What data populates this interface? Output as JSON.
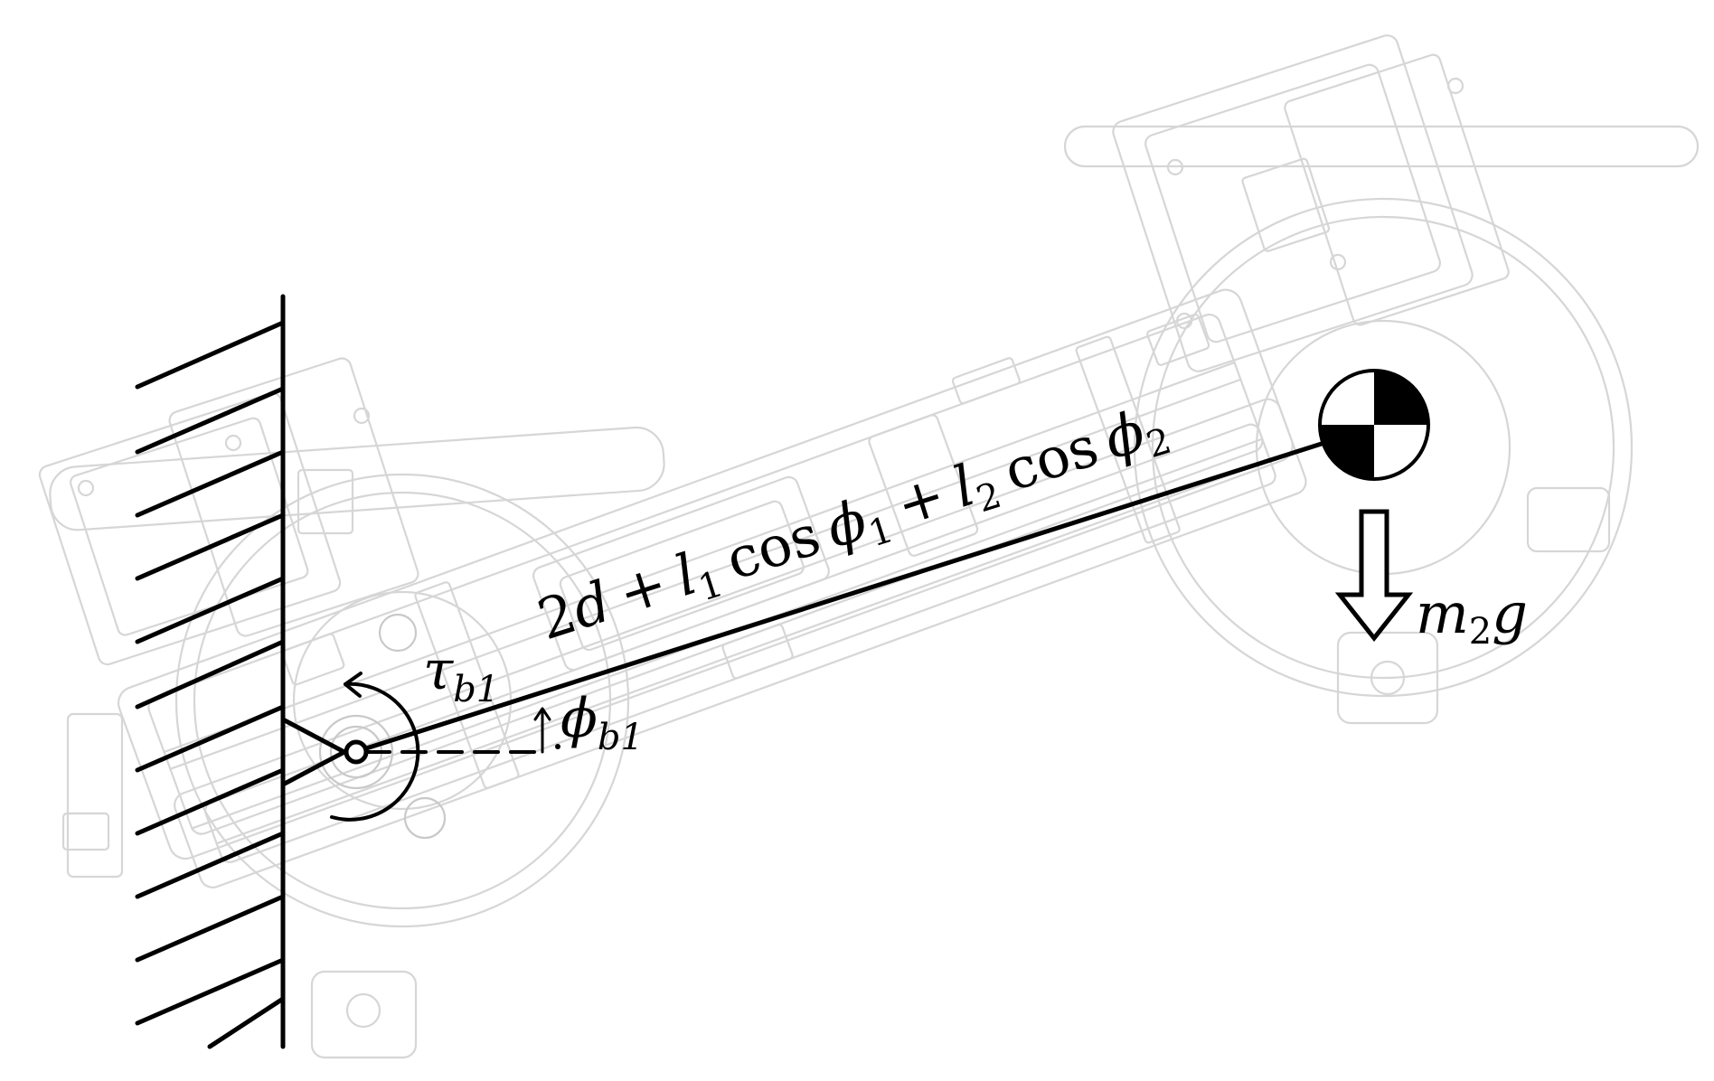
{
  "diagram": {
    "length_label": {
      "coef": "2",
      "d": "d",
      "plus1": "+",
      "l1": "l",
      "l1_sub": "1",
      "cos1": "cos",
      "phi1": "ϕ",
      "phi1_sub": "1",
      "plus2": "+",
      "l2": "l",
      "l2_sub": "2",
      "cos2": "cos",
      "phi2": "ϕ",
      "phi2_sub": "2"
    },
    "torque_label": {
      "symbol": "τ",
      "sub": "b1"
    },
    "angle_label": {
      "symbol": "ϕ",
      "sub": "b1"
    },
    "weight_label": {
      "m": "m",
      "sub": "2",
      "g": "g"
    }
  }
}
